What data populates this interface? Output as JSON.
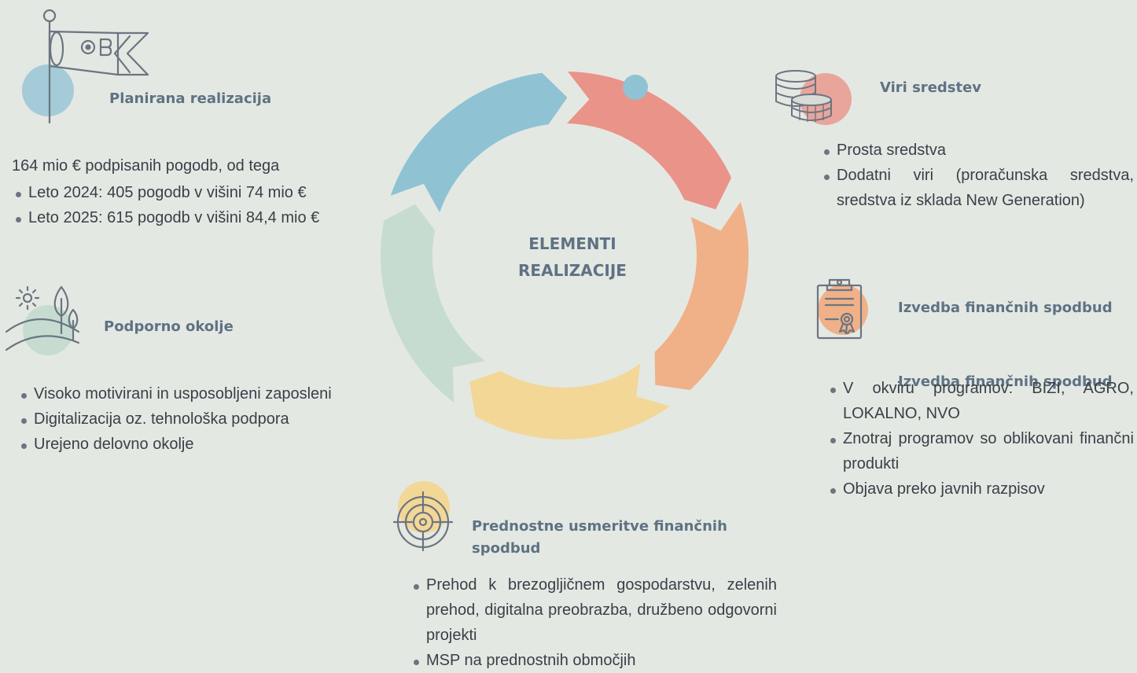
{
  "colors": {
    "background": "#e4e8e3",
    "red": "#ea9389",
    "orange": "#f0b188",
    "yellow": "#f3d797",
    "green": "#c7dcd0",
    "blue": "#8fc2d3",
    "heading": "#5e7283"
  },
  "center": {
    "line1": "ELEMENTI",
    "line2": "REALIZACIJE"
  },
  "ring_segments": [
    "red",
    "orange",
    "yellow",
    "green",
    "blue"
  ],
  "sections": {
    "planirana": {
      "icon": "windsock-icon",
      "title": "Planirana realizacija",
      "intro": "164 mio € podpisanih pogodb, od tega",
      "items": [
        "Leto 2024: 405 pogodb v višini 74 mio €",
        "Leto 2025: 615 pogodb v višini 84,4 mio €"
      ]
    },
    "podporno": {
      "icon": "landscape-icon",
      "title": "Podporno okolje",
      "items": [
        "Visoko motivirani in usposobljeni zaposleni",
        "Digitalizacija oz. tehnološka podpora",
        "Urejeno delovno okolje"
      ]
    },
    "viri": {
      "icon": "coins-icon",
      "title": "Viri sredstev",
      "items": [
        "Prosta sredstva",
        "Dodatni viri (proračunska sredstva, sredstva iz sklada New Generation)"
      ]
    },
    "izvedba": {
      "icon": "certificate-icon",
      "title": "Izvedba finančnih spodbud",
      "overlap_title": "Izvedba finančnih spodbud",
      "items": [
        "V okviru programov: BIZI, AGRO, LOKALNO, NVO",
        "Znotraj programov so oblikovani finančni produkti",
        "Objava preko javnih razpisov"
      ]
    },
    "prednostne": {
      "icon": "target-icon",
      "title_line1": "Prednostne usmeritve finančnih",
      "title_line2": "spodbud",
      "items": [
        "Prehod k brezogljičnem gospodarstvu, zelenih prehod, digitalna preobrazba, družbeno odgovorni projekti",
        "MSP na prednostnih območjih"
      ]
    }
  }
}
